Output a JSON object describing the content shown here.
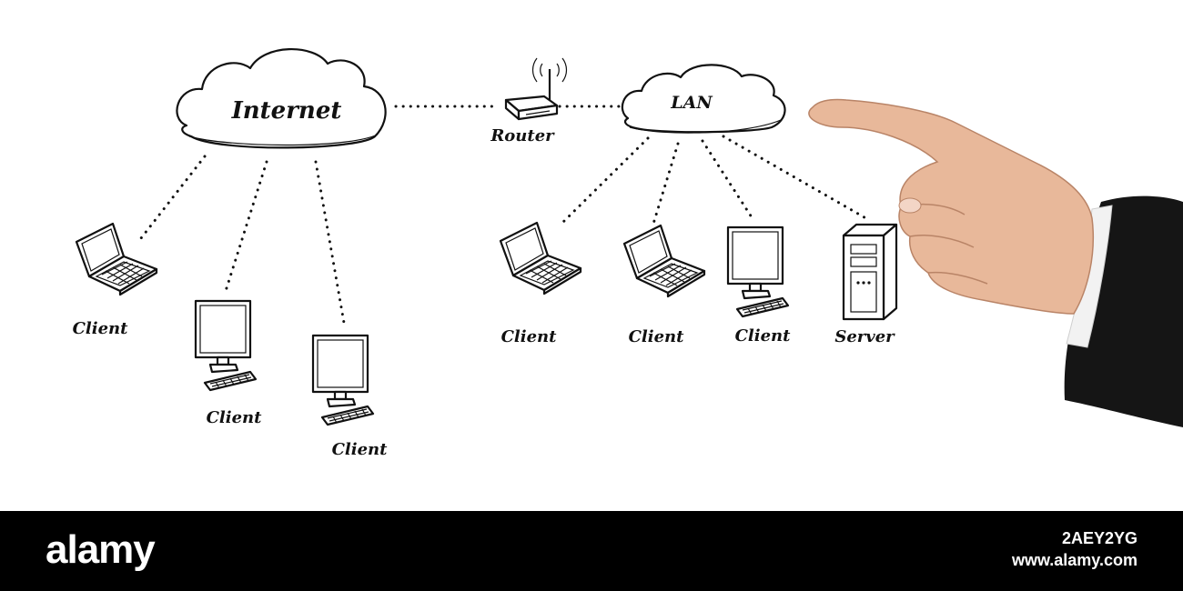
{
  "diagram": {
    "internet_label": "Internet",
    "router_label": "Router",
    "lan_label": "LAN",
    "server_label": "Server",
    "client_label": "Client",
    "internet_clients": [
      {
        "device": "laptop",
        "label": "Client"
      },
      {
        "device": "desktop",
        "label": "Client"
      },
      {
        "device": "desktop",
        "label": "Client"
      }
    ],
    "lan_nodes": [
      {
        "device": "laptop",
        "label": "Client"
      },
      {
        "device": "laptop",
        "label": "Client"
      },
      {
        "device": "desktop",
        "label": "Client"
      },
      {
        "device": "server",
        "label": "Server"
      }
    ]
  },
  "footer": {
    "brand": "alamy",
    "image_id": "2AEY2YG",
    "site": "www.alamy.com"
  },
  "colors": {
    "ink": "#111111",
    "background": "#ffffff",
    "footer_bg": "#000000",
    "skin": "#e8b89a",
    "suit": "#151515",
    "shirt_cuff": "#f2f2f2"
  }
}
